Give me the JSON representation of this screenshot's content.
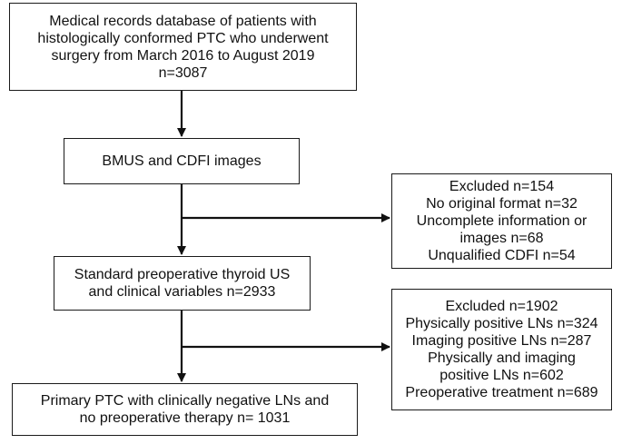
{
  "boxes": {
    "records": {
      "lines": [
        "Medical records database of patients with",
        "histologically conformed PTC who underwent",
        "surgery from March 2016 to August 2019",
        "n=3087"
      ]
    },
    "images": {
      "lines": [
        "BMUS and CDFI images"
      ]
    },
    "excluded1": {
      "lines": [
        "Excluded n=154",
        "No original format n=32",
        "Uncomplete information or",
        "images n=68",
        "Unqualified CDFI n=54"
      ]
    },
    "standard": {
      "lines": [
        "Standard preoperative thyroid US",
        "and clinical variables n=2933"
      ]
    },
    "excluded2": {
      "lines": [
        "Excluded n=1902",
        "Physically positive LNs n=324",
        "Imaging positive LNs n=287",
        "Physically and imaging",
        "positive LNs n=602",
        "Preoperative treatment n=689"
      ]
    },
    "primary": {
      "lines": [
        "Primary PTC with clinically negative LNs and",
        "no preoperative therapy n= 1031"
      ]
    }
  },
  "colors": {
    "border": "#1a1a1a",
    "arrow": "#111111",
    "text": "#111111"
  }
}
